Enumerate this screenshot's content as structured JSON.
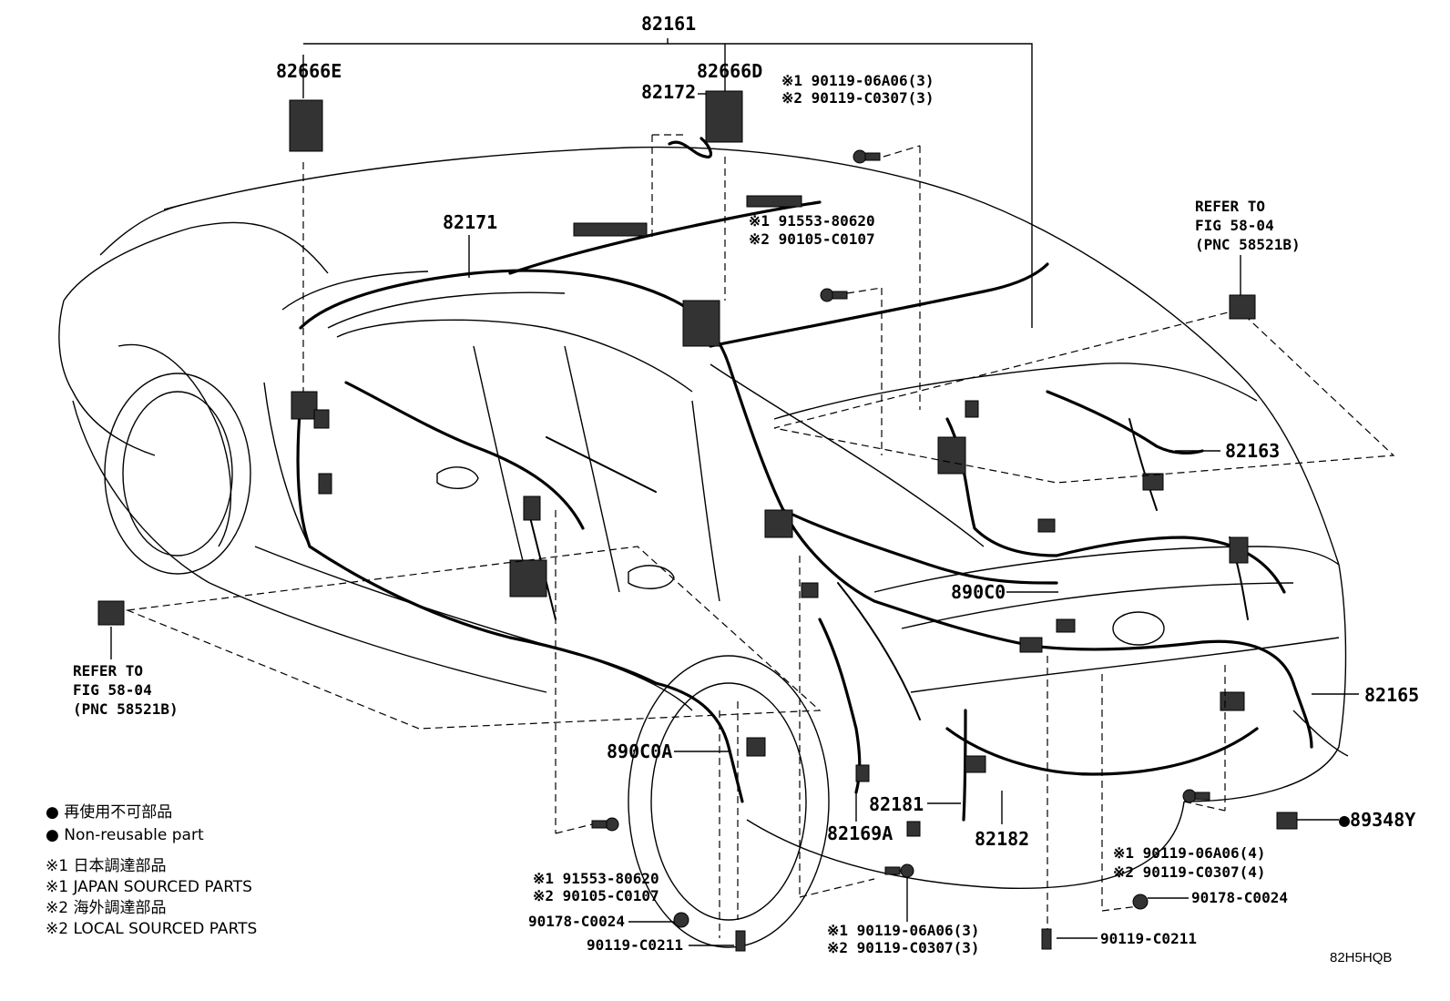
{
  "diagram_code": "82H5HQB",
  "parts": {
    "p82161": "82161",
    "p82666E": "82666E",
    "p82666D": "82666D",
    "p82172": "82172",
    "p82171": "82171",
    "p82163": "82163",
    "p890C0": "890C0",
    "p890C0A": "890C0A",
    "p82165": "82165",
    "p82181": "82181",
    "p82169A": "82169A",
    "p82182": "82182",
    "p89348Y": "●89348Y"
  },
  "callouts": {
    "bolt_top_1": "※1 90119-06A06(3)",
    "bolt_top_2": "※2 90119-C0307(3)",
    "bolt_mid_1": "※1 91553-80620",
    "bolt_mid_2": "※2 90105-C0107",
    "bolt_right_1": "※1 90119-06A06(4)",
    "bolt_right_2": "※2 90119-C0307(4)",
    "bolt_right_nut": "90178-C0024",
    "bolt_left_1": "※1 91553-80620",
    "bolt_left_2": "※2 90105-C0107",
    "bolt_left_nut": "90178-C0024",
    "bolt_left_screw": "90119-C0211",
    "bolt_bottom_1": "※1 90119-06A06(3)",
    "bolt_bottom_2": "※2 90119-C0307(3)",
    "bolt_bottom_screw": "90119-C0211"
  },
  "refer_right": [
    "REFER TO",
    "FIG 58-04",
    "(PNC 58521B)"
  ],
  "refer_left": [
    "REFER TO",
    "FIG 58-04",
    "(PNC 58521B)"
  ],
  "legend": [
    "● 再使用不可部品",
    "● Non-reusable part",
    "※1 日本調達部品",
    "※1 JAPAN SOURCED PARTS",
    "※2 海外調達部品",
    "※2 LOCAL SOURCED PARTS"
  ]
}
